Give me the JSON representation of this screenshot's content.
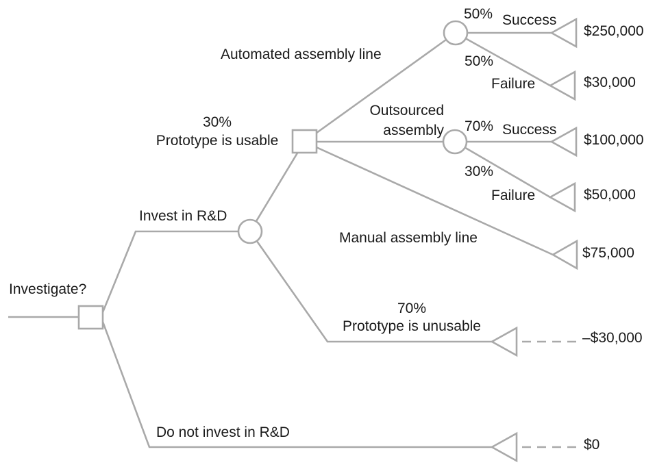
{
  "figure": {
    "type": "decision-tree",
    "colors": {
      "line": "#a9a9a9",
      "text": "#1a1a1a",
      "background": "#ffffff"
    }
  },
  "tree": {
    "root": {
      "node": "decision",
      "label": "Investigate?"
    },
    "invest": {
      "label": "Invest in R&D",
      "usable": {
        "probability": "30%",
        "label": "Prototype is usable",
        "automated": {
          "label": "Automated assembly line",
          "success": {
            "probability": "50%",
            "label": "Success",
            "payoff": "$250,000"
          },
          "failure": {
            "probability": "50%",
            "label": "Failure",
            "payoff": "$30,000"
          }
        },
        "outsourced": {
          "label_lines": [
            "Outsourced",
            "assembly"
          ],
          "success": {
            "probability": "70%",
            "label": "Success",
            "payoff": "$100,000"
          },
          "failure": {
            "probability": "30%",
            "label": "Failure",
            "payoff": "$50,000"
          }
        },
        "manual": {
          "label": "Manual assembly line",
          "payoff": "$75,000"
        }
      },
      "unusable": {
        "probability": "70%",
        "label": "Prototype is unusable",
        "payoff": "–$30,000"
      }
    },
    "do_not_invest": {
      "label": "Do not invest in R&D",
      "payoff": "$0"
    }
  }
}
